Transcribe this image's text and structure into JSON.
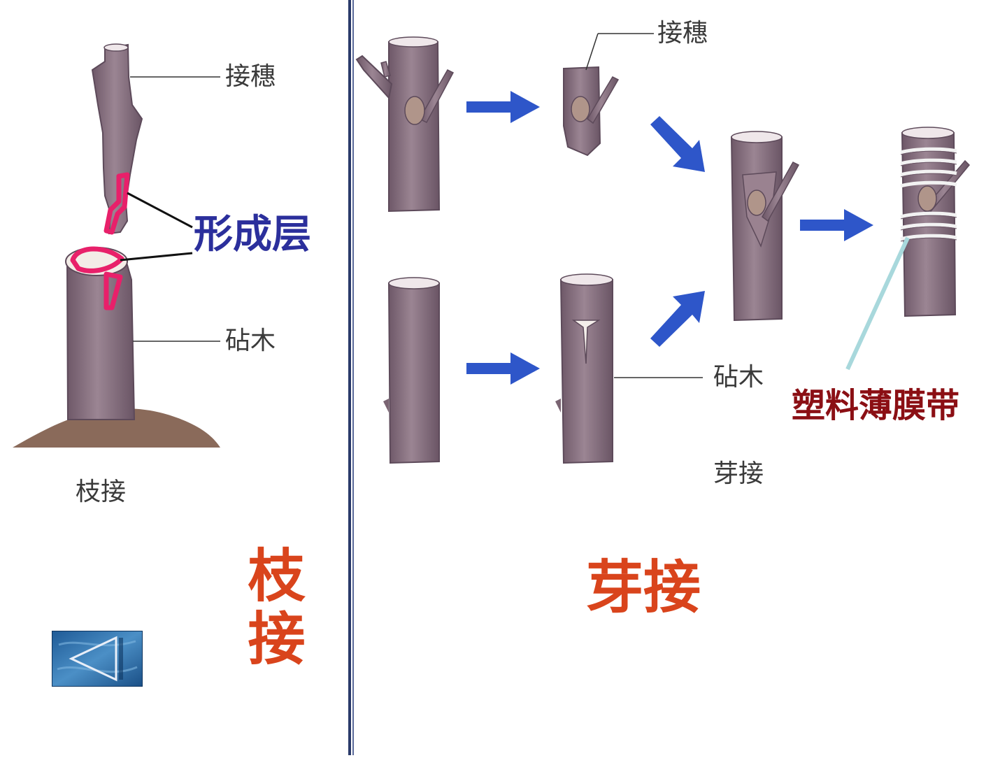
{
  "left": {
    "scion_label": "接穗",
    "cambium_label": "形成层",
    "rootstock_label": "砧木",
    "caption": "枝接",
    "title": "枝接"
  },
  "right": {
    "scion_label": "接穗",
    "rootstock_label": "砧木",
    "film_label": "塑料薄膜带",
    "caption": "芽接",
    "title": "芽接"
  },
  "colors": {
    "bark": "#8a7382",
    "bark_dark": "#5d4a5a",
    "cambium": "#e8206a",
    "arrow": "#2e56c9",
    "divider": "#2a3a6a",
    "film_line": "#a8d8dc"
  },
  "nav": {
    "back_icon": "back-triangle-icon"
  }
}
